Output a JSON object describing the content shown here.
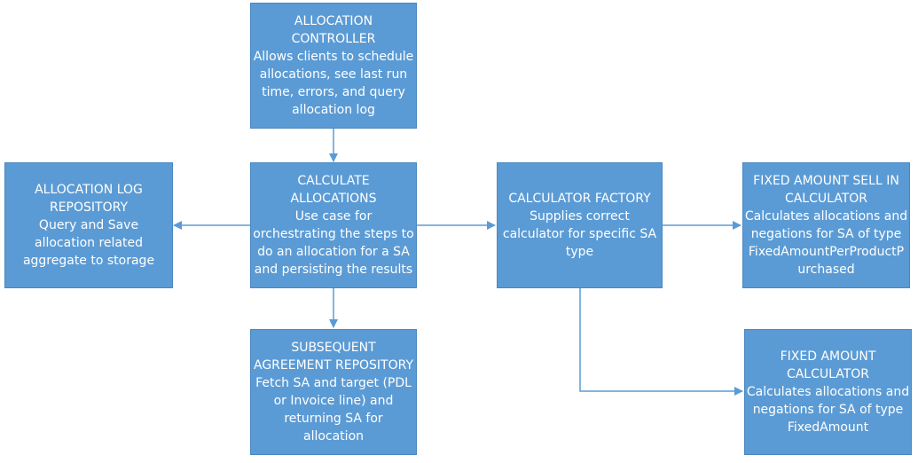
{
  "boxes": {
    "controller": {
      "lines": [
        "ALLOCATION",
        "CONTROLLER",
        "Allows clients to schedule",
        "allocations, see last run",
        "time, errors, and query",
        "allocation log"
      ]
    },
    "calculate": {
      "lines": [
        "CALCULATE",
        "ALLOCATIONS",
        "Use case for",
        "orchestrating the steps to",
        "do an allocation for a SA",
        "and persisting the results"
      ]
    },
    "log_repository": {
      "lines": [
        "ALLOCATION LOG",
        "REPOSITORY",
        "Query and Save",
        "allocation related",
        "aggregate to storage"
      ]
    },
    "sa_repository": {
      "lines": [
        "SUBSEQUENT",
        "AGREEMENT REPOSITORY",
        "Fetch SA and target (PDL",
        "or Invoice line) and",
        "returning SA for",
        "allocation"
      ]
    },
    "factory": {
      "lines": [
        "CALCULATOR FACTORY",
        "Supplies correct",
        "calculator for specific SA",
        "type"
      ]
    },
    "sell_in": {
      "lines": [
        "FIXED AMOUNT SELL IN",
        "CALCULATOR",
        "Calculates allocations and",
        "negations for SA of type",
        "FixedAmountPerProductP",
        "urchased"
      ]
    },
    "fixed": {
      "lines": [
        "FIXED AMOUNT",
        "CALCULATOR",
        "Calculates allocations and",
        "negations for SA of type",
        "FixedAmount"
      ]
    }
  },
  "colors": {
    "box_fill": "#5b9bd5",
    "box_border": "#4a87c0",
    "box_text": "#ffffff",
    "connector": "#5b9bd5"
  }
}
